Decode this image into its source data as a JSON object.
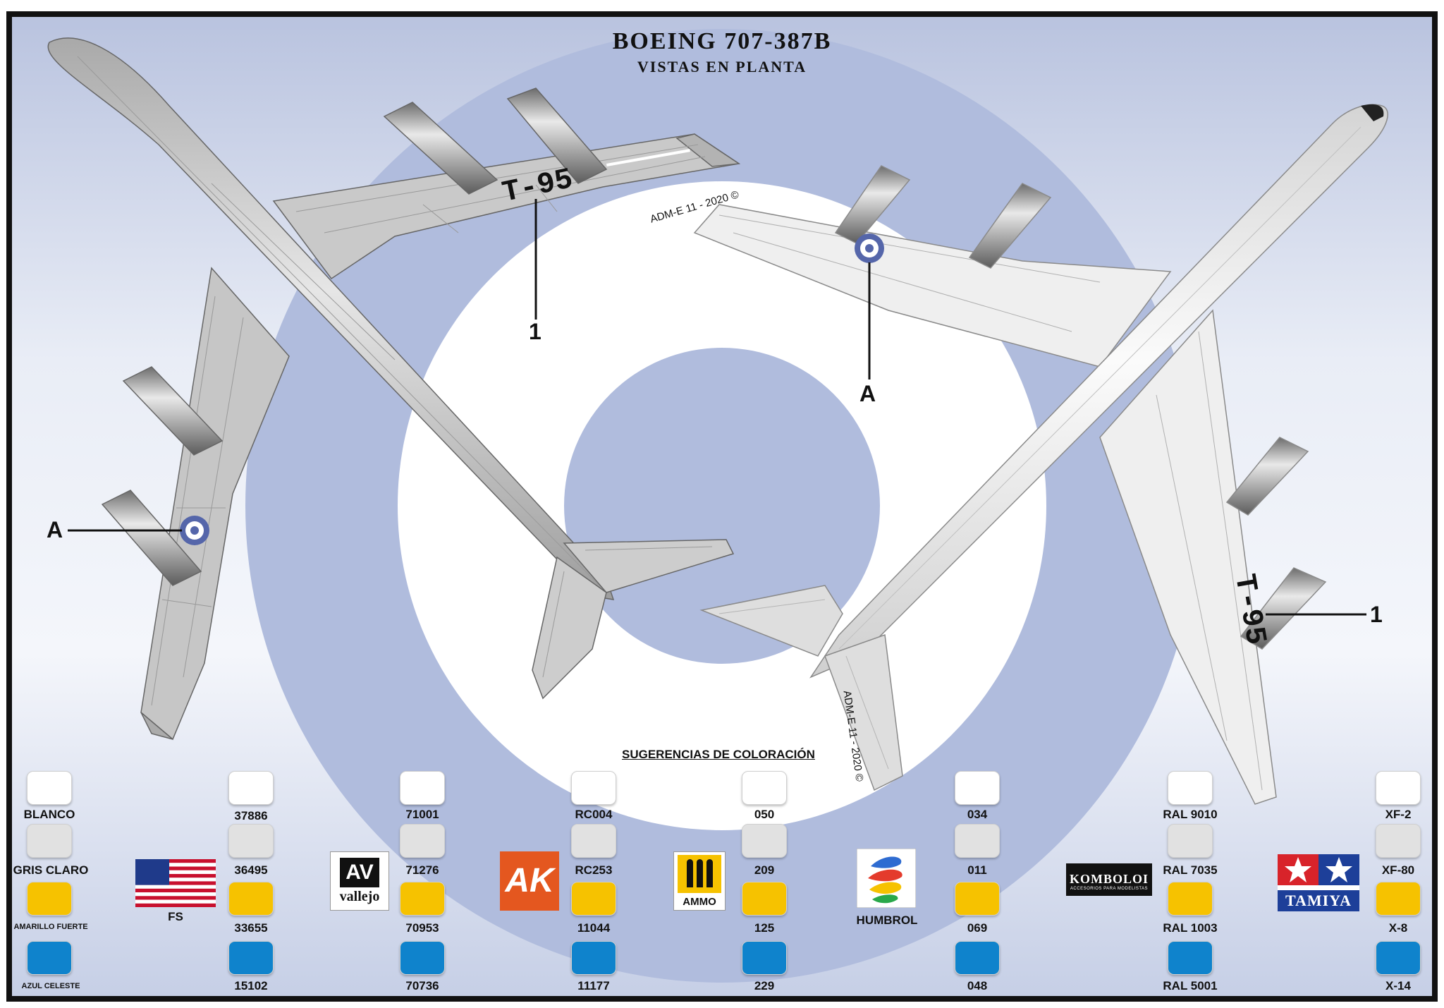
{
  "header": {
    "title": "BOEING 707-387B",
    "subtitle": "VISTAS EN PLANTA"
  },
  "aircraft": {
    "registration": "T-95",
    "copyright": "ADM-E 11 - 2020 ©"
  },
  "callouts": {
    "roundel_marker": "A",
    "registration_marker": "1"
  },
  "colors": {
    "frame": "#111111",
    "roundel_blue": "#b0bcdd",
    "sky_blue": "#0f83cc",
    "strong_yellow": "#f6c200",
    "light_gray": "#e1e1e1",
    "white": "#ffffff",
    "aircraft_gray": "#c4c4c4",
    "aircraft_light": "#ececec"
  },
  "palette": {
    "heading": "SUGERENCIAS DE COLORACIÓN",
    "colors": [
      {
        "name": "BLANCO",
        "hex": "#ffffff"
      },
      {
        "name": "GRIS CLARO",
        "hex": "#e1e1e1"
      },
      {
        "name": "AMARILLO FUERTE",
        "hex": "#f6c200"
      },
      {
        "name": "AZUL CELESTE",
        "hex": "#0f83cc"
      }
    ],
    "brands": [
      {
        "name": "FS",
        "logo": "us-flag",
        "codes": [
          "37886",
          "36495",
          "33655",
          "15102"
        ]
      },
      {
        "name": "vallejo",
        "logo": "vallejo-logo",
        "logo_text": "AV",
        "codes": [
          "71001",
          "71276",
          "70953",
          "70736"
        ]
      },
      {
        "name": "AK",
        "logo": "ak-logo",
        "logo_text": "AK",
        "codes": [
          "RC004",
          "RC253",
          "11044",
          "11177"
        ]
      },
      {
        "name": "AMMO",
        "logo": "ammo-logo",
        "codes": [
          "050",
          "209",
          "125",
          "229"
        ]
      },
      {
        "name": "HUMBROL",
        "logo": "humbrol-logo",
        "codes": [
          "034",
          "011",
          "069",
          "048"
        ]
      },
      {
        "name": "KOMBOLOI",
        "logo": "komboloi-logo",
        "tagline": "ACCESORIOS PARA MODELISTAS",
        "codes": [
          "RAL 9010",
          "RAL 7035",
          "RAL 1003",
          "RAL 5001"
        ]
      },
      {
        "name": "TAMIYA",
        "logo": "tamiya-logo",
        "codes": [
          "XF-2",
          "XF-80",
          "X-8",
          "X-14"
        ]
      }
    ]
  }
}
